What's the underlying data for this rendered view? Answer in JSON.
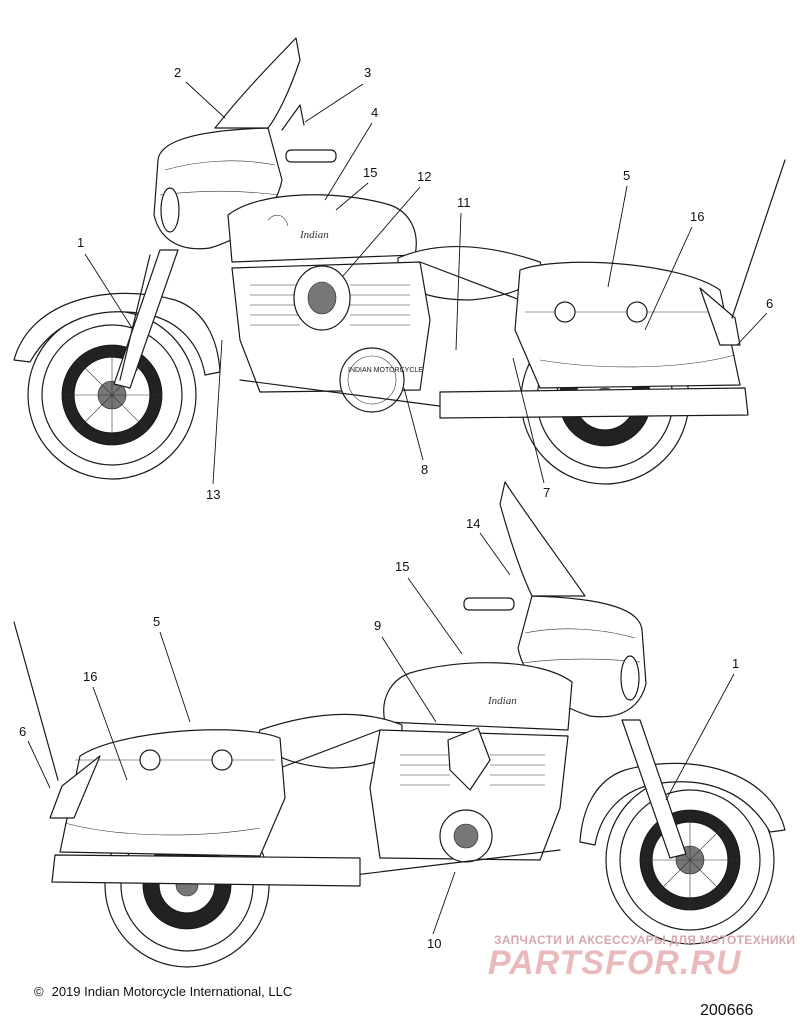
{
  "callouts": [
    {
      "label": "2"
    },
    {
      "label": "3"
    },
    {
      "label": "4"
    },
    {
      "label": "15"
    },
    {
      "label": "12"
    },
    {
      "label": "11"
    },
    {
      "label": "5"
    },
    {
      "label": "16"
    },
    {
      "label": "1"
    },
    {
      "label": "6"
    },
    {
      "label": "13"
    },
    {
      "label": "8"
    },
    {
      "label": "7"
    },
    {
      "label": "14"
    },
    {
      "label": "15"
    },
    {
      "label": "9"
    },
    {
      "label": "5"
    },
    {
      "label": "16"
    },
    {
      "label": "6"
    },
    {
      "label": "1"
    },
    {
      "label": "10"
    }
  ],
  "footer": {
    "copyright_symbol": "©",
    "copyright_text": "2019 Indian Motorcycle International, LLC",
    "doc_number": "200666"
  },
  "watermark": {
    "tagline": "ЗАПЧАСТИ И АКСЕССУАРЫ ДЛЯ МОТОТЕХНИКИ",
    "brand": "PARTSFOR.RU"
  },
  "decals": {
    "tank_script": "Indian",
    "clutch_cover_text": "INDIAN MOTORCYCLE"
  }
}
